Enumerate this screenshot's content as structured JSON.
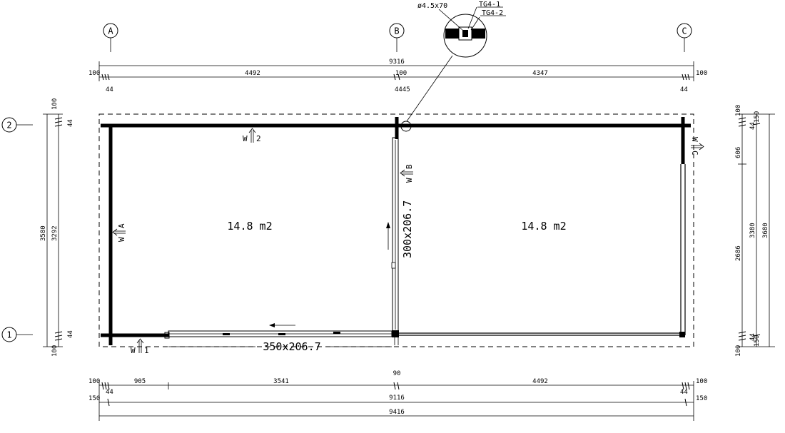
{
  "axes": {
    "a": "A",
    "b": "B",
    "c": "C",
    "row1": "1",
    "row2": "2"
  },
  "detail": {
    "screw": "ø4.5x70",
    "tg1": "TG4-1",
    "tg2": "TG4-2"
  },
  "top_dims": {
    "total": "9316",
    "seg1": "4492",
    "mid": "100",
    "seg2": "4347",
    "left_out": "100",
    "right_out": "100",
    "left_in": "44",
    "mid_in": "4445",
    "right_in": "44"
  },
  "bottom_dims": {
    "left_out": "100",
    "seg1": "905",
    "seg2": "3541",
    "seg3": "4492",
    "right_out": "100",
    "gap": "90",
    "left_150": "150",
    "left_44": "44",
    "inner": "9116",
    "right_44": "44",
    "right_150": "150",
    "total": "9416"
  },
  "left_dims": {
    "top100": "100",
    "outer": "3580",
    "inner": "3292",
    "top44": "44",
    "bot44": "44",
    "bot100": "100"
  },
  "right_dims": {
    "top100": "100",
    "top44": "44",
    "top150": "150",
    "seg606": "606",
    "seg2686": "2686",
    "seg3380": "3380",
    "outer": "3680",
    "bot44": "44",
    "bot150": "150",
    "bot100": "100"
  },
  "rooms": {
    "left_area": "14.8 m2",
    "right_area": "14.8 m2"
  },
  "doors": {
    "interior": "300x206.7",
    "front": "350x206.7"
  },
  "wall_marks": {
    "w2": "W",
    "w2n": "2",
    "wa": "W",
    "wan": "A",
    "w1": "W",
    "w1n": "1",
    "wb": "W",
    "wbn": "B",
    "wc": "W",
    "wcn": "C"
  }
}
